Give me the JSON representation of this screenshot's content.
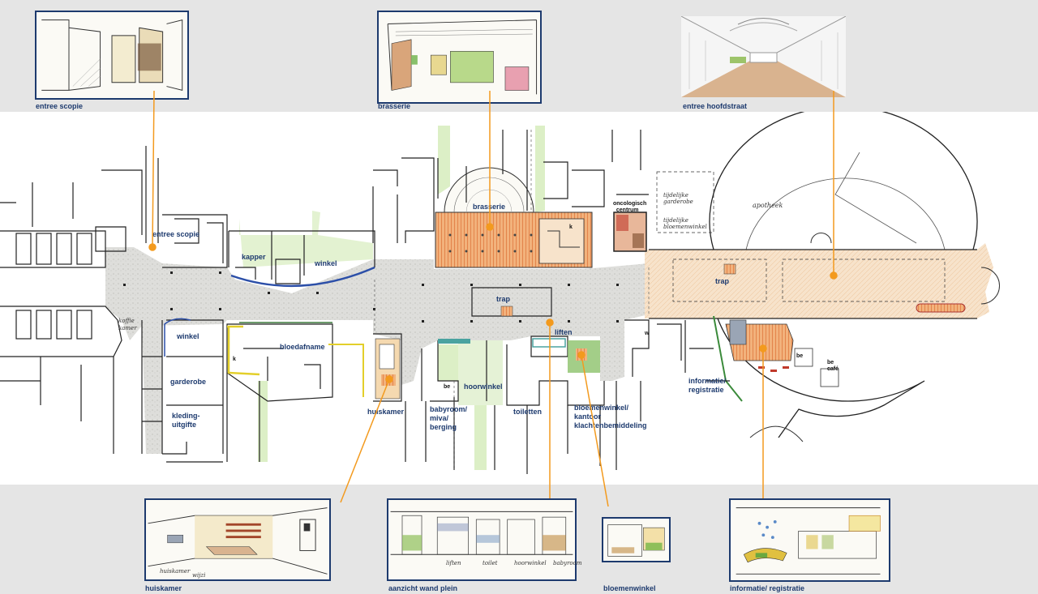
{
  "colors": {
    "accent_navy": "#1d3a6e",
    "leader_orange": "#f39a1e",
    "band_gray": "#e5e5e5",
    "floor_gray": "#d9d9d6",
    "hatch_orange": "#e8823a",
    "zone_green": "#d8ecc0",
    "floor_peach": "#f5dcc0"
  },
  "thumbnails": {
    "entree_scopie": "entree scopie",
    "brasserie": "brasserie",
    "entree_hoofdstraat": "entree hoofdstraat",
    "huiskamer": "huiskamer",
    "aanzicht_wand_plein": "aanzicht wand plein",
    "bloemenwinkel": "bloemenwinkel",
    "informatie_registratie": "informatie/ registratie"
  },
  "plan_labels": {
    "entree_scopie": "entree scopie",
    "kapper": "kapper",
    "winkel_top": "winkel",
    "brasserie": "brasserie",
    "oncologisch_1": "oncologisch",
    "oncologisch_2": "centrum",
    "apotheek": "apotheek",
    "trap_center": "trap",
    "trap_right": "trap",
    "liften": "liften",
    "winkel_left": "winkel",
    "bloedafname": "bloedafname",
    "garderobe": "garderobe",
    "kleding_1": "kleding-",
    "kleding_2": "uitgifte",
    "huiskamer": "huiskamer",
    "babyroom_1": "babyroom/",
    "babyroom_2": "miva/",
    "babyroom_3": "berging",
    "hoorwinkel": "hoorwinkel",
    "toiletten": "toiletten",
    "bloemenwinkel_1": "bloemenwinkel/",
    "bloemenwinkel_2": "kantoor",
    "bloemenwinkel_3": "klachtenbemiddeling",
    "informatie_1": "informatie/",
    "informatie_2": "registratie",
    "tijdelijke_garderobe_1": "tijdelijke",
    "tijdelijke_garderobe_2": "garderobe",
    "tijdelijke_bloemenwinkel_1": "tijdelijke",
    "tijdelijke_bloemenwinkel_2": "bloemenwinkel",
    "koffie_1": "koffie",
    "koffie_2": "kamer",
    "k1": "k",
    "k2": "k",
    "be1": "be",
    "be2": "be",
    "be_cafe_1": "be",
    "be_cafe_2": "café",
    "w": "w"
  },
  "sketch_labels": {
    "liften": "liften",
    "toilet": "toilet",
    "hoorwinkel": "hoorwinkel",
    "babyroom": "babyroom",
    "huiskamer_tag": "huiskamer",
    "wijzi": "wijzi"
  }
}
